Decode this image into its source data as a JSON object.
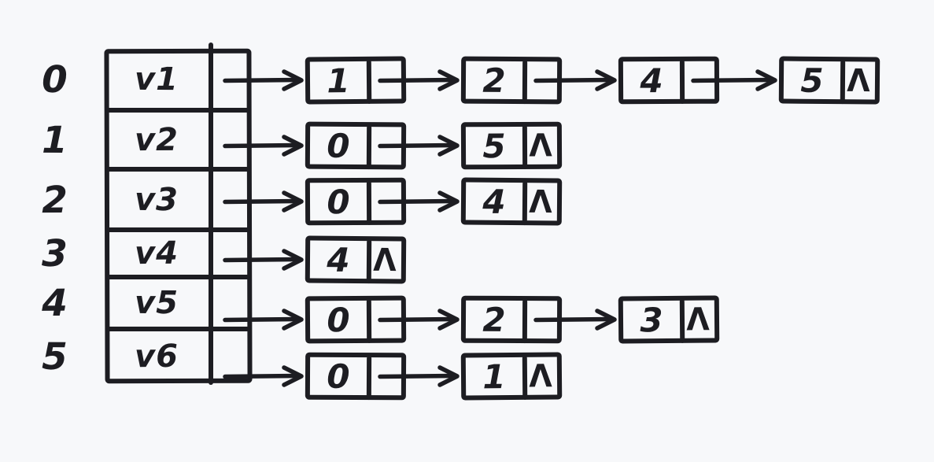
{
  "colors": {
    "ink": "#1d1d22",
    "background": "#f7f8fa"
  },
  "diagram": {
    "null_symbol": "Λ",
    "rows": [
      {
        "index": "0",
        "vertex": "v1",
        "list": [
          "1",
          "2",
          "4",
          "5"
        ]
      },
      {
        "index": "1",
        "vertex": "v2",
        "list": [
          "0",
          "5"
        ]
      },
      {
        "index": "2",
        "vertex": "v3",
        "list": [
          "0",
          "4"
        ]
      },
      {
        "index": "3",
        "vertex": "v4",
        "list": [
          "4"
        ]
      },
      {
        "index": "4",
        "vertex": "v5",
        "list": [
          "0",
          "2",
          "3"
        ]
      },
      {
        "index": "5",
        "vertex": "v6",
        "list": [
          "0",
          "1"
        ]
      }
    ]
  }
}
